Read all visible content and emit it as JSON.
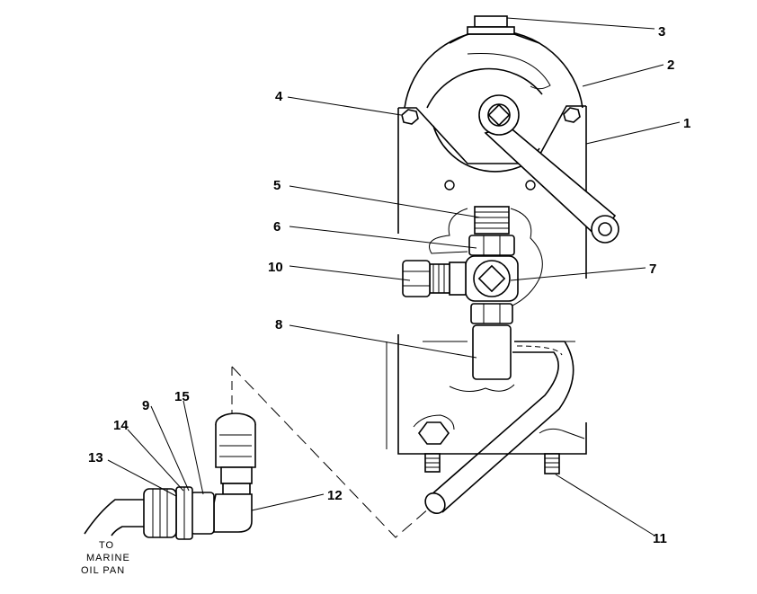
{
  "callouts": {
    "c1": "1",
    "c2": "2",
    "c3": "3",
    "c4": "4",
    "c5": "5",
    "c6": "6",
    "c7": "7",
    "c8": "8",
    "c9": "9",
    "c10": "10",
    "c11": "11",
    "c12": "12",
    "c13": "13",
    "c14": "14",
    "c15": "15"
  },
  "note": {
    "line1": "TO",
    "line2": "MARINE",
    "line3": "OIL PAN"
  }
}
